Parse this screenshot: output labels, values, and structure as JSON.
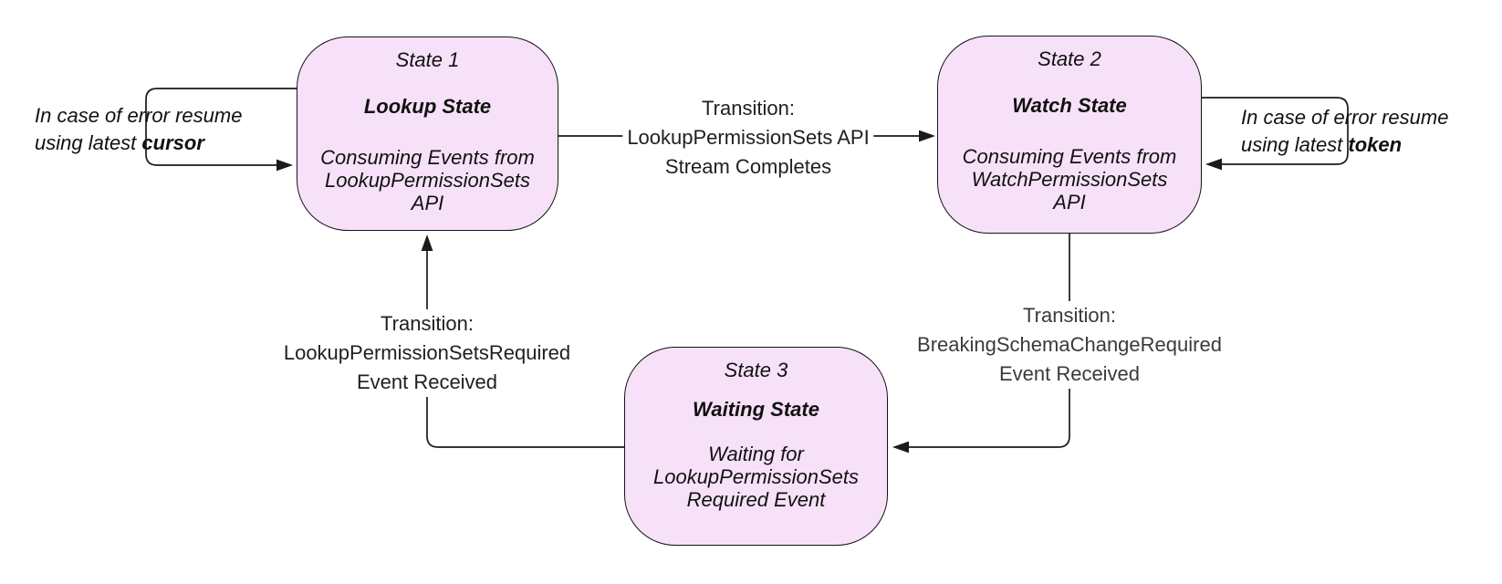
{
  "diagram": {
    "colors": {
      "background": "#ffffff",
      "state_fill": "#f7e1f8",
      "state_border": "#141414",
      "wire": "#1a1a1a",
      "label_text": "#1f1f21",
      "label_muted": "#3a3a3e",
      "note_text": "#111111"
    },
    "states": [
      {
        "title": "State 1",
        "name": "Lookup State",
        "desc_lines": [
          "Consuming Events from",
          "LookupPermissionSets",
          "API"
        ]
      },
      {
        "title": "State 2",
        "name": "Watch State",
        "desc_lines": [
          "Consuming Events from",
          "WatchPermissionSets",
          "API"
        ]
      },
      {
        "title": "State 3",
        "name": "Waiting State",
        "desc_lines": [
          "Waiting for",
          "LookupPermissionSets",
          "Required Event"
        ]
      }
    ],
    "transitions": [
      {
        "from": "State 1",
        "to": "State 2",
        "lines": [
          "Transition:",
          "LookupPermissionSets API",
          "Stream Completes"
        ]
      },
      {
        "from": "State 2",
        "to": "State 3",
        "lines": [
          "Transition:",
          "BreakingSchemaChangeRequired",
          "Event Received"
        ]
      },
      {
        "from": "State 3",
        "to": "State 1",
        "lines": [
          "Transition:",
          "LookupPermissionSetsRequired",
          "Event Received"
        ]
      }
    ],
    "error_notes": [
      {
        "attached_to": "State 1",
        "line1": "In case of error resume",
        "line2_prefix": "using latest ",
        "keyword": "cursor"
      },
      {
        "attached_to": "State 2",
        "line1": "In case of error resume",
        "line2_prefix": "using latest ",
        "keyword": "token"
      }
    ]
  }
}
